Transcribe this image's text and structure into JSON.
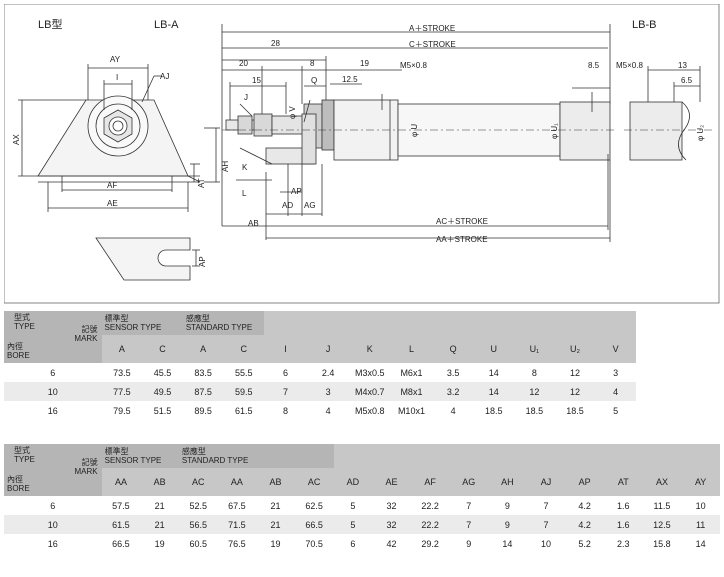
{
  "drawing": {
    "labels": {
      "lb_type": "LB型",
      "lb_a": "LB-A",
      "lb_b": "LB-B",
      "ay": "AY",
      "i": "I",
      "aj": "AJ",
      "ax": "AX",
      "af": "AF",
      "ae": "AE",
      "at": "AT",
      "ah": "AH",
      "ap": "AP",
      "a_stroke": "A＋STROKE",
      "c_stroke": "C＋STROKE",
      "dim_28": "28",
      "dim_20": "20",
      "dim_8": "8",
      "dim_19": "19",
      "dim_15": "15",
      "dim_12_5": "12.5",
      "q": "Q",
      "j": "J",
      "v": "φ V",
      "k": "K",
      "l": "L",
      "u": "φ U",
      "u1": "φ U₁",
      "u2": "φ U₂",
      "m5": "M5×0.8",
      "m5b": "M5×0.8",
      "dim_8_5": "8.5",
      "dim_13": "13",
      "dim_6_5": "6.5",
      "ab": "AB",
      "ad": "AD",
      "ag": "AG",
      "ac_stroke": "AC＋STROKE",
      "aa_stroke": "AA＋STROKE"
    }
  },
  "table1": {
    "type_label": "型式",
    "type_en": "TYPE",
    "mark_label": "記號",
    "mark_en": "MARK",
    "bore_label": "內徑",
    "bore_en": "BORE",
    "sensor_label": "標準型",
    "sensor_en": "SENSOR TYPE",
    "standard_label": "感應型",
    "standard_en": "STANDARD TYPE",
    "columns": [
      "A",
      "C",
      "A",
      "C",
      "I",
      "J",
      "K",
      "L",
      "Q",
      "U",
      "U₁",
      "U₂",
      "V"
    ],
    "rows": [
      [
        "6",
        "73.5",
        "45.5",
        "83.5",
        "55.5",
        "6",
        "2.4",
        "M3x0.5",
        "M6x1",
        "3.5",
        "14",
        "8",
        "12",
        "3"
      ],
      [
        "10",
        "77.5",
        "49.5",
        "87.5",
        "59.5",
        "7",
        "3",
        "M4x0.7",
        "M8x1",
        "3.2",
        "14",
        "12",
        "12",
        "4"
      ],
      [
        "16",
        "79.5",
        "51.5",
        "89.5",
        "61.5",
        "8",
        "4",
        "M5x0.8",
        "M10x1",
        "4",
        "18.5",
        "18.5",
        "18.5",
        "5"
      ]
    ]
  },
  "table2": {
    "type_label": "型式",
    "type_en": "TYPE",
    "mark_label": "記號",
    "mark_en": "MARK",
    "bore_label": "內徑",
    "bore_en": "BORE",
    "sensor_label": "標準型",
    "sensor_en": "SENSOR TYPE",
    "standard_label": "感應型",
    "standard_en": "STANDARD TYPE",
    "columns": [
      "AA",
      "AB",
      "AC",
      "AA",
      "AB",
      "AC",
      "AD",
      "AE",
      "AF",
      "AG",
      "AH",
      "AJ",
      "AP",
      "AT",
      "AX",
      "AY"
    ],
    "rows": [
      [
        "6",
        "57.5",
        "21",
        "52.5",
        "67.5",
        "21",
        "62.5",
        "5",
        "32",
        "22.2",
        "7",
        "9",
        "7",
        "4.2",
        "1.6",
        "11.5",
        "10"
      ],
      [
        "10",
        "61.5",
        "21",
        "56.5",
        "71.5",
        "21",
        "66.5",
        "5",
        "32",
        "22.2",
        "7",
        "9",
        "7",
        "4.2",
        "1.6",
        "12.5",
        "11"
      ],
      [
        "16",
        "66.5",
        "19",
        "60.5",
        "76.5",
        "19",
        "70.5",
        "6",
        "42",
        "29.2",
        "9",
        "14",
        "10",
        "5.2",
        "2.3",
        "15.8",
        "14"
      ]
    ]
  }
}
